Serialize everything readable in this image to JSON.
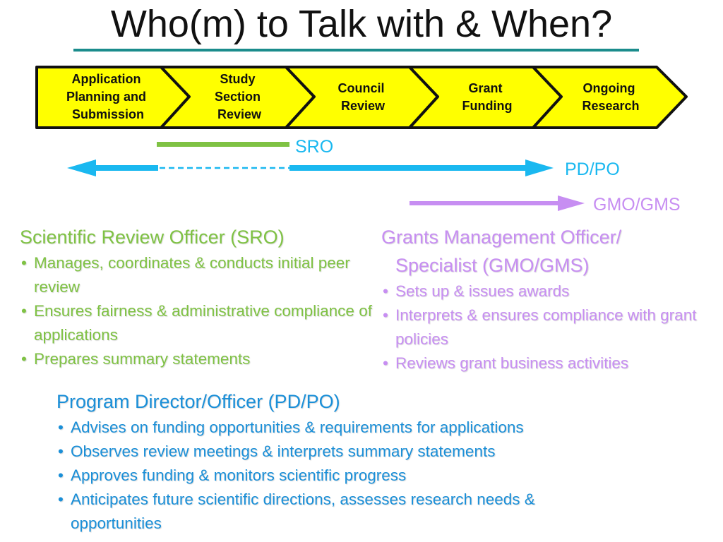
{
  "title": "Who(m) to Talk with & When?",
  "stages": [
    {
      "lines": [
        "Application",
        "Planning and",
        "Submission"
      ]
    },
    {
      "lines": [
        "Study",
        "Section",
        "Review"
      ]
    },
    {
      "lines": [
        "Council",
        "Review"
      ]
    },
    {
      "lines": [
        "Grant",
        "Funding"
      ]
    },
    {
      "lines": [
        "Ongoing",
        "Research"
      ]
    }
  ],
  "roles": {
    "sro": "SRO",
    "pdpo": "PD/PO",
    "gmo": "GMO/GMS"
  },
  "colors": {
    "stage_fill": "#ffff00",
    "title_rule": "#1b8c8c",
    "sro": "#7fc244",
    "pdpo": "#1ab8f0",
    "gmo": "#c78ef2",
    "pdpo_text": "#1a8fd8"
  },
  "sro_block": {
    "heading": "Scientific Review Officer (SRO)",
    "bullets": [
      "Manages, coordinates & conducts initial peer review",
      "Ensures fairness & administrative compliance of applications",
      "Prepares summary statements"
    ]
  },
  "gmo_block": {
    "heading_line1": "Grants Management Officer/",
    "heading_line2": "Specialist (GMO/GMS)",
    "bullets": [
      "Sets up & issues awards",
      "Interprets & ensures compliance with grant policies",
      "Reviews grant business activities"
    ]
  },
  "pd_block": {
    "heading": "Program Director/Officer (PD/PO)",
    "bullets": [
      "Advises on funding opportunities & requirements for applications",
      "Observes review meetings & interprets summary statements",
      "Approves funding & monitors scientific progress",
      "Anticipates future scientific directions, assesses research needs & opportunities"
    ]
  }
}
